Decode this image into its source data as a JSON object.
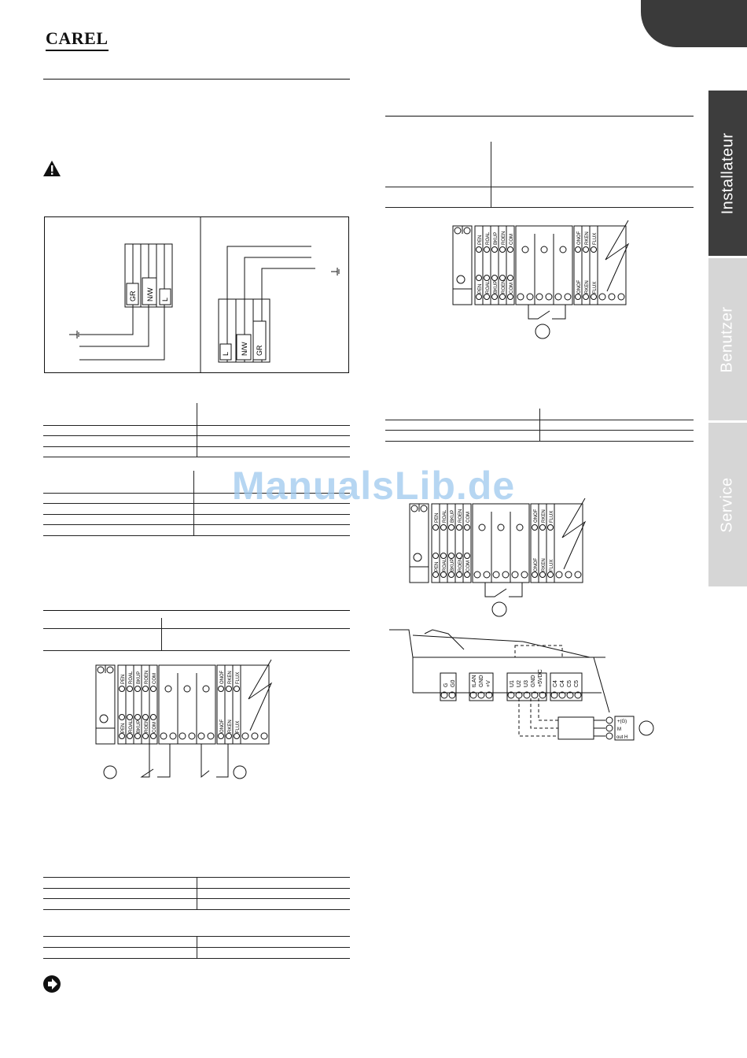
{
  "header": {
    "logo": "CAREL"
  },
  "side_tabs": [
    {
      "label": "Installateur",
      "color": "#3d3d3d"
    },
    {
      "label": "Benutzer",
      "color": "#d6d6d6"
    },
    {
      "label": "Service",
      "color": "#d6d6d6"
    }
  ],
  "watermark": "ManualsLib.de",
  "terminal_labels": {
    "top": [
      "PEN",
      "ROAL",
      "BKUP",
      "ROEN",
      "COM"
    ],
    "bottom": [
      "PEN",
      "ROAL",
      "BKUP",
      "ROEN",
      "COM"
    ],
    "right_top": [
      "ONOF",
      "RKEN",
      "FLUX"
    ],
    "right_bottom": [
      "ONOF",
      "RKEN",
      "FLUX"
    ]
  },
  "power_labels": {
    "ground": "GR",
    "neutral": "N/W",
    "line": "L"
  },
  "io_labels": {
    "g": [
      "G",
      "G0"
    ],
    "mid": [
      "tLAN",
      "GND",
      "+V"
    ],
    "u": [
      "U1",
      "U2",
      "U3",
      "GND",
      "+5VDC"
    ],
    "c": [
      "C4",
      "C4",
      "C5",
      "C5"
    ],
    "probe": [
      "+(G)",
      "M",
      "out H"
    ]
  }
}
